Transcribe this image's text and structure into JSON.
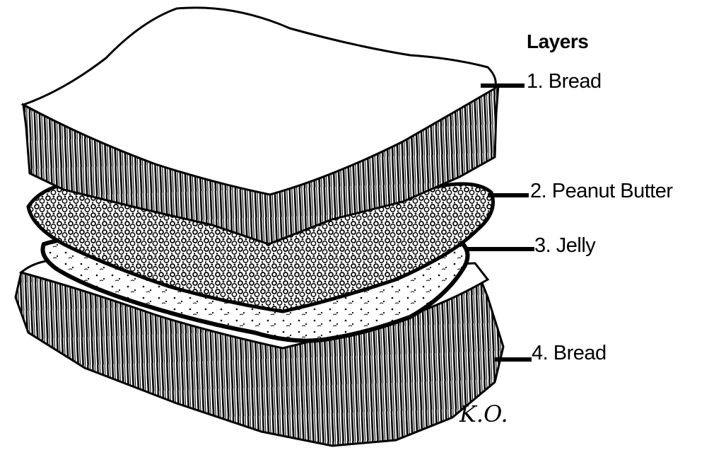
{
  "diagram": {
    "title": "Layers",
    "layers": [
      {
        "number": "1.",
        "name": "Bread"
      },
      {
        "number": "2.",
        "name": "Peanut Butter"
      },
      {
        "number": "3.",
        "name": "Jelly"
      },
      {
        "number": "4.",
        "name": "Bread"
      }
    ],
    "signature": "K.O."
  }
}
